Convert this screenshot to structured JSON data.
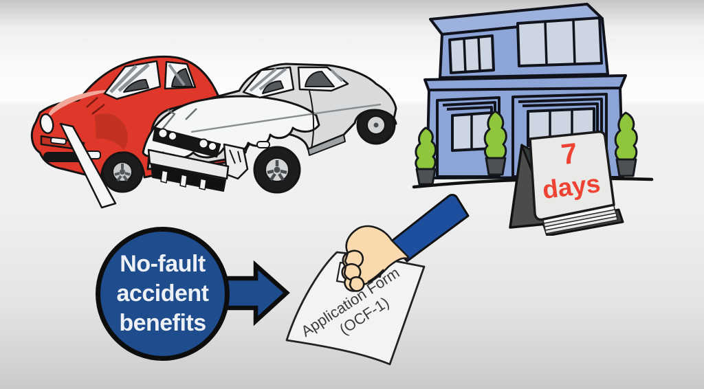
{
  "badge": {
    "lines": [
      "No-fault",
      "accident",
      "benefits"
    ]
  },
  "calendar": {
    "number": "7",
    "unit": "days"
  },
  "form": {
    "line1": "Application Form",
    "line2": "(OCF-1)"
  },
  "colors": {
    "badge_blue": "#1e4c8c",
    "badge_text": "#edf1f6",
    "outline_black": "#0d0d0d",
    "arrow_blue": "#1e4c8c",
    "calendar_red": "#ee4233",
    "calendar_page": "#e9e9e7",
    "calendar_stand": "#4b4b4b",
    "paper_white": "#f3f3f1",
    "form_text": "#3b3b3b",
    "sleeve_blue": "#1d4f9e",
    "skin": "#fbd9ae",
    "building_wall": "#8ca4d6",
    "building_roof": "#9db1dd",
    "building_window": "#ccd5e1",
    "bush_green": "#8fc63c",
    "pot_gray": "#4e5254",
    "car_red": "#df382b",
    "car_red_highlight": "#f2a79b",
    "car_silver": "#d9dadb",
    "glass": "#f4f6f7",
    "tire_black": "#1c1c1e",
    "rim_silver": "#d2d4d6"
  }
}
